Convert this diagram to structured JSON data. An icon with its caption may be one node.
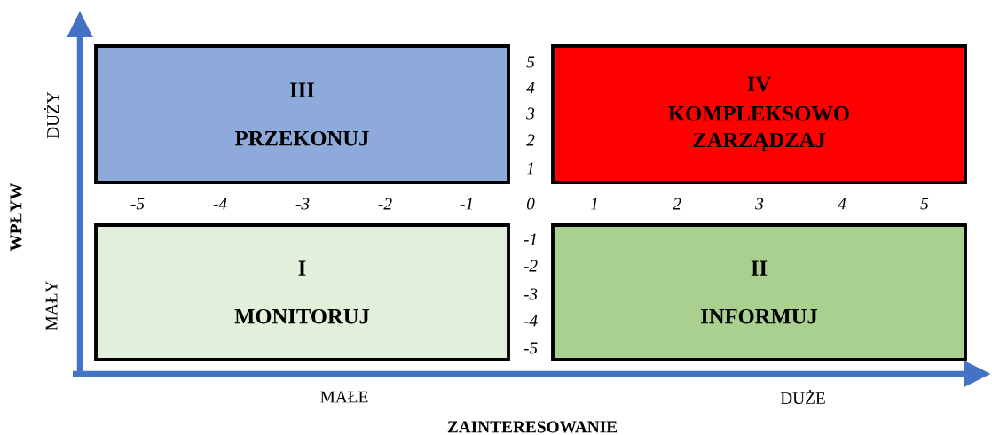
{
  "diagram": {
    "nodes": [
      {
        "text": [
          "III",
          "PRZEKONUJ"
        ]
      },
      {
        "text": [
          "IV",
          "KOMPLEKSOWO ZARZĄDZAJ"
        ]
      },
      {
        "text": [
          "I",
          "MONITORUJ"
        ]
      },
      {
        "text": [
          "II",
          "INFORMUJ"
        ]
      }
    ],
    "labels": [
      "5",
      "4",
      "3",
      "2",
      "1",
      "-5",
      "-4",
      "-3",
      "-2",
      "-1",
      "0",
      "1",
      "2",
      "3",
      "4",
      "5",
      "-1",
      "-2",
      "-3",
      "-4",
      "-5",
      "DUŻY",
      "MAŁY",
      "WPŁYW",
      "MAŁE",
      "DUŻE",
      "ZAINTERESOWANIE"
    ]
  }
}
